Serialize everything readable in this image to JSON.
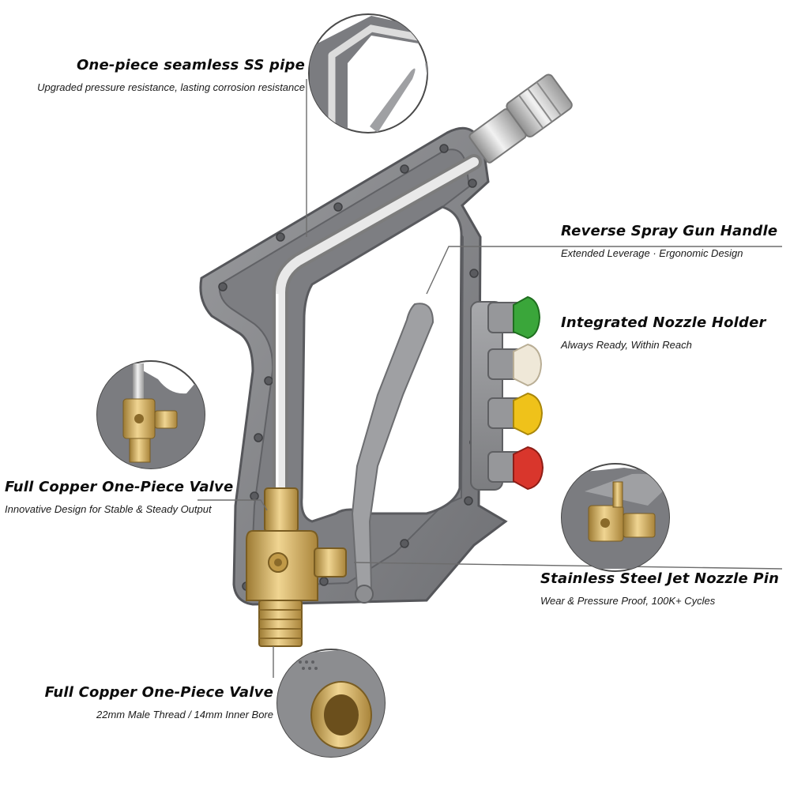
{
  "callouts": {
    "pipe": {
      "title": "One-piece seamless SS pipe",
      "subtitle": "Upgraded pressure resistance, lasting corrosion resistance"
    },
    "handle": {
      "title": "Reverse Spray Gun Handle",
      "subtitle": "Extended Leverage · Ergonomic Design"
    },
    "nozzle_holder": {
      "title": "Integrated Nozzle Holder",
      "subtitle": "Always Ready, Within Reach"
    },
    "valve": {
      "title": "Full Copper One-Piece Valve",
      "subtitle": "Innovative Design for Stable & Steady Output"
    },
    "jet_pin": {
      "title": "Stainless Steel Jet Nozzle Pin",
      "subtitle": "Wear & Pressure Proof, 100K+ Cycles"
    },
    "thread": {
      "title": "Full Copper One-Piece Valve",
      "subtitle": "22mm Male Thread / 14mm Inner Bore"
    }
  },
  "nozzle_tips": [
    {
      "color_name": "green",
      "color": "#3aa63a"
    },
    {
      "color_name": "white",
      "color": "#efe8d8"
    },
    {
      "color_name": "yellow",
      "color": "#efc21a"
    },
    {
      "color_name": "red",
      "color": "#d9362c"
    }
  ],
  "colors": {
    "body": "#8c8d90",
    "body_dark": "#5f6063",
    "brass": "#c9a55a",
    "steel": "#c8c8c8"
  }
}
